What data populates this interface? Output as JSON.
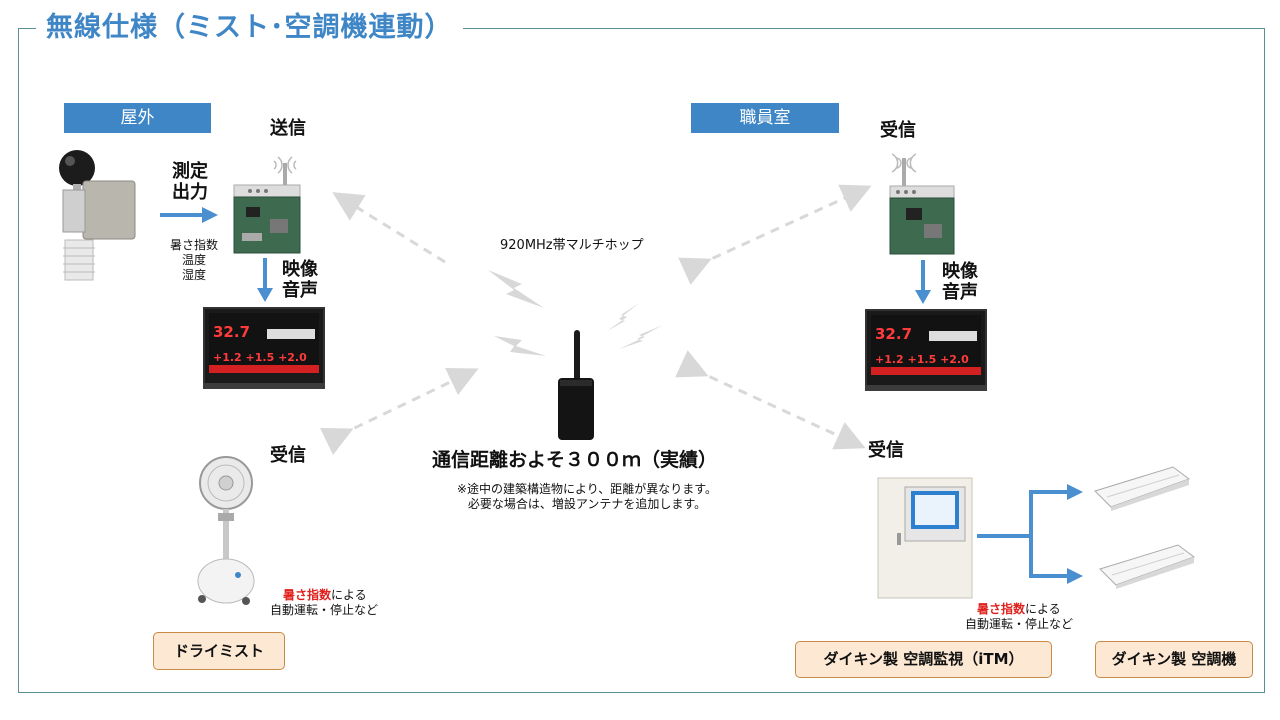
{
  "title": "無線仕様（ミスト･空調機連動）",
  "locations": {
    "outdoor": "屋外",
    "staff_room": "職員室"
  },
  "outdoor": {
    "send_label": "送信",
    "measure_output": "測定\n出力",
    "measure_items": [
      "暑さ指数",
      "温度",
      "湿度"
    ],
    "video_audio": "映像\n音声",
    "receive_label": "受信",
    "mist_note_highlight": "暑さ指数",
    "mist_note_rest": "による",
    "mist_note_line2": "自動運転・停止など",
    "mist_button": "ドライミスト"
  },
  "center": {
    "band_label": "920MHz帯マルチホップ",
    "distance": "通信距離およそ３００ｍ（実績）",
    "note_line1": "※途中の建築構造物により、距離が異なります。",
    "note_line2": "必要な場合は、増設アンテナを追加します。"
  },
  "staff": {
    "receive_label_top": "受信",
    "video_audio": "映像\n音声",
    "receive_label_bottom": "受信",
    "ac_note_highlight": "暑さ指数",
    "ac_note_rest": "による",
    "ac_note_line2": "自動運転・停止など",
    "itm_button": "ダイキン製 空調監視（iTM）",
    "ac_button": "ダイキン製 空調機"
  },
  "display_panel": {
    "temp_value": "32.7"
  },
  "colors": {
    "accent": "#3f86c6",
    "highlight": "#e0201d",
    "button_bg": "#fde9d3",
    "button_border": "#c98a47"
  }
}
